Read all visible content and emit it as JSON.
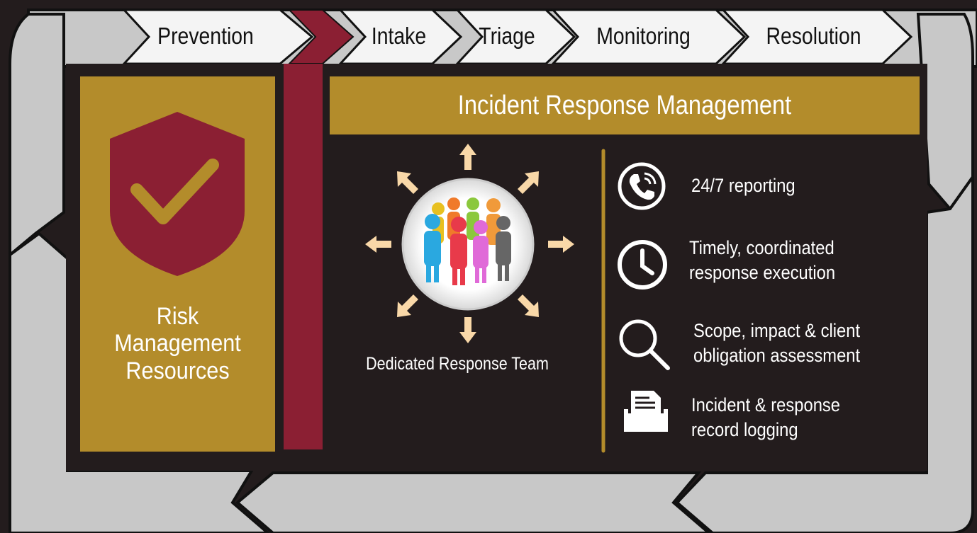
{
  "process_steps": [
    {
      "label": "Prevention"
    },
    {
      "label": "Intake"
    },
    {
      "label": "Triage"
    },
    {
      "label": "Monitoring"
    },
    {
      "label": "Resolution"
    }
  ],
  "left_panel": {
    "icon": "shield-check-icon",
    "label_lines": [
      "Risk",
      "Management",
      "Resources"
    ]
  },
  "main_panel": {
    "title": "Incident Response Management",
    "team": {
      "icon": "team-people-icon",
      "caption": "Dedicated Response Team"
    },
    "features": [
      {
        "icon": "phone-icon",
        "lines": [
          "24/7 reporting"
        ]
      },
      {
        "icon": "clock-icon",
        "lines": [
          "Timely, coordinated",
          "response execution"
        ]
      },
      {
        "icon": "magnifier-icon",
        "lines": [
          "Scope, impact & client",
          "obligation assessment"
        ]
      },
      {
        "icon": "document-folder-icon",
        "lines": [
          "Incident & response",
          "record logging"
        ]
      }
    ]
  },
  "colors": {
    "gold": "#b38c2b",
    "maroon": "#8b1f33",
    "dark": "#231c1d",
    "light_gray": "#c8c8c8",
    "arrow_peach": "#f9d8a8"
  }
}
